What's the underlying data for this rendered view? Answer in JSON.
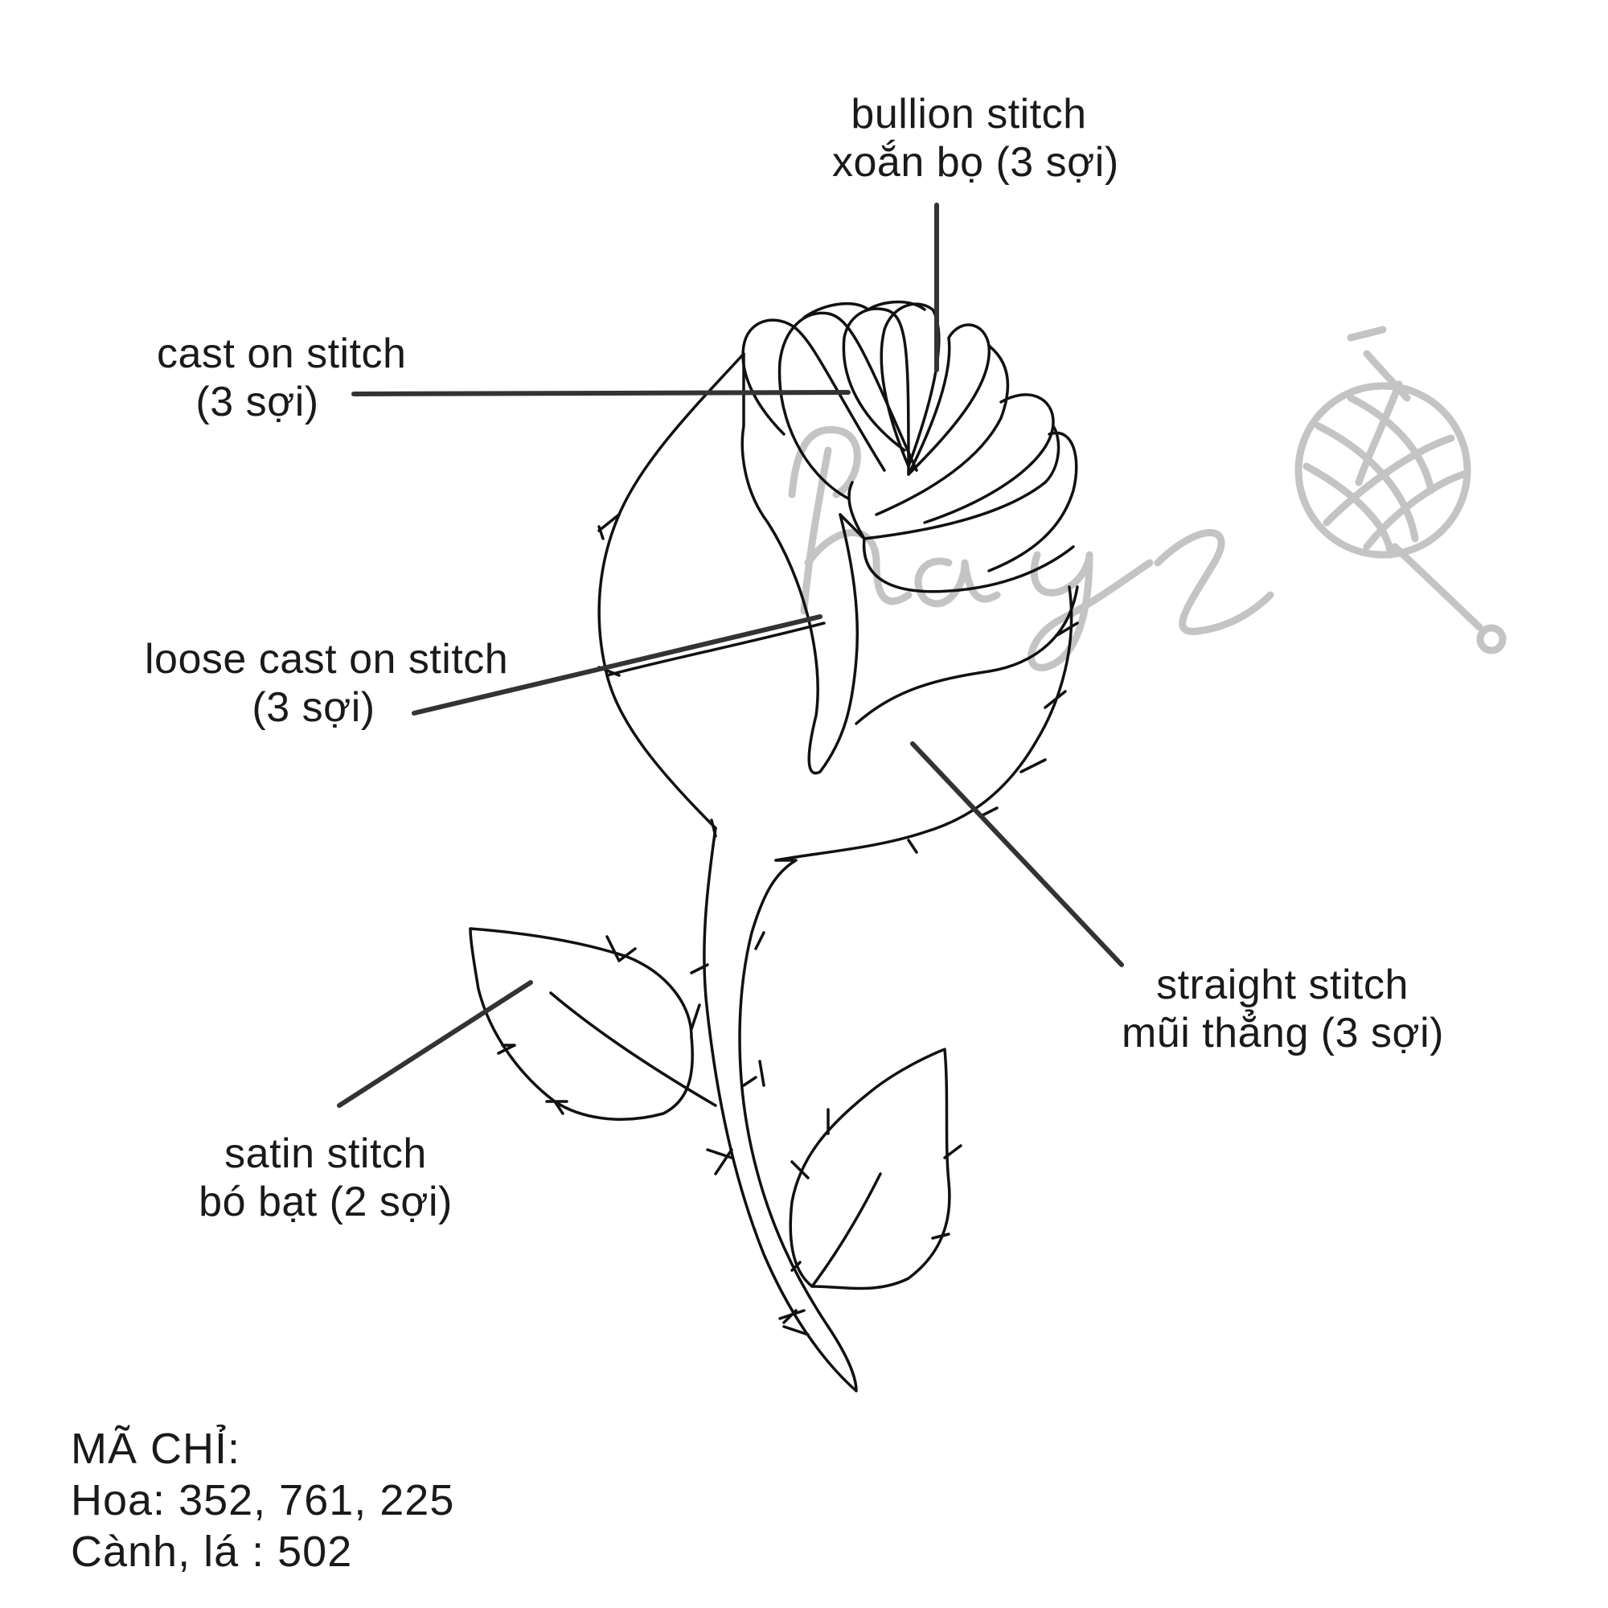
{
  "labels": {
    "bullion": {
      "line1": "bullion stitch",
      "line2": "xoắn bọ (3 sợi)"
    },
    "cast_on": {
      "line1": "cast on stitch",
      "line2": "(3 sợi)"
    },
    "loose_cast_on": {
      "line1": "loose cast on stitch",
      "line2": "(3 sợi)"
    },
    "straight": {
      "line1": "straight stitch",
      "line2": "mũi thẳng (3 sợi)"
    },
    "satin": {
      "line1": "satin stitch",
      "line2": "bó bạt (2 sợi)"
    }
  },
  "thread_codes": {
    "heading": "MÃ CHỈ:",
    "flower": "Hoa: 352, 761, 225",
    "stem_leaves": "Cành, lá : 502"
  },
  "colors": {
    "outline": "#111111",
    "leader_lines": "#333333",
    "watermark": "#c4c4c4"
  },
  "watermark_icon": "yarn-ball-icon"
}
